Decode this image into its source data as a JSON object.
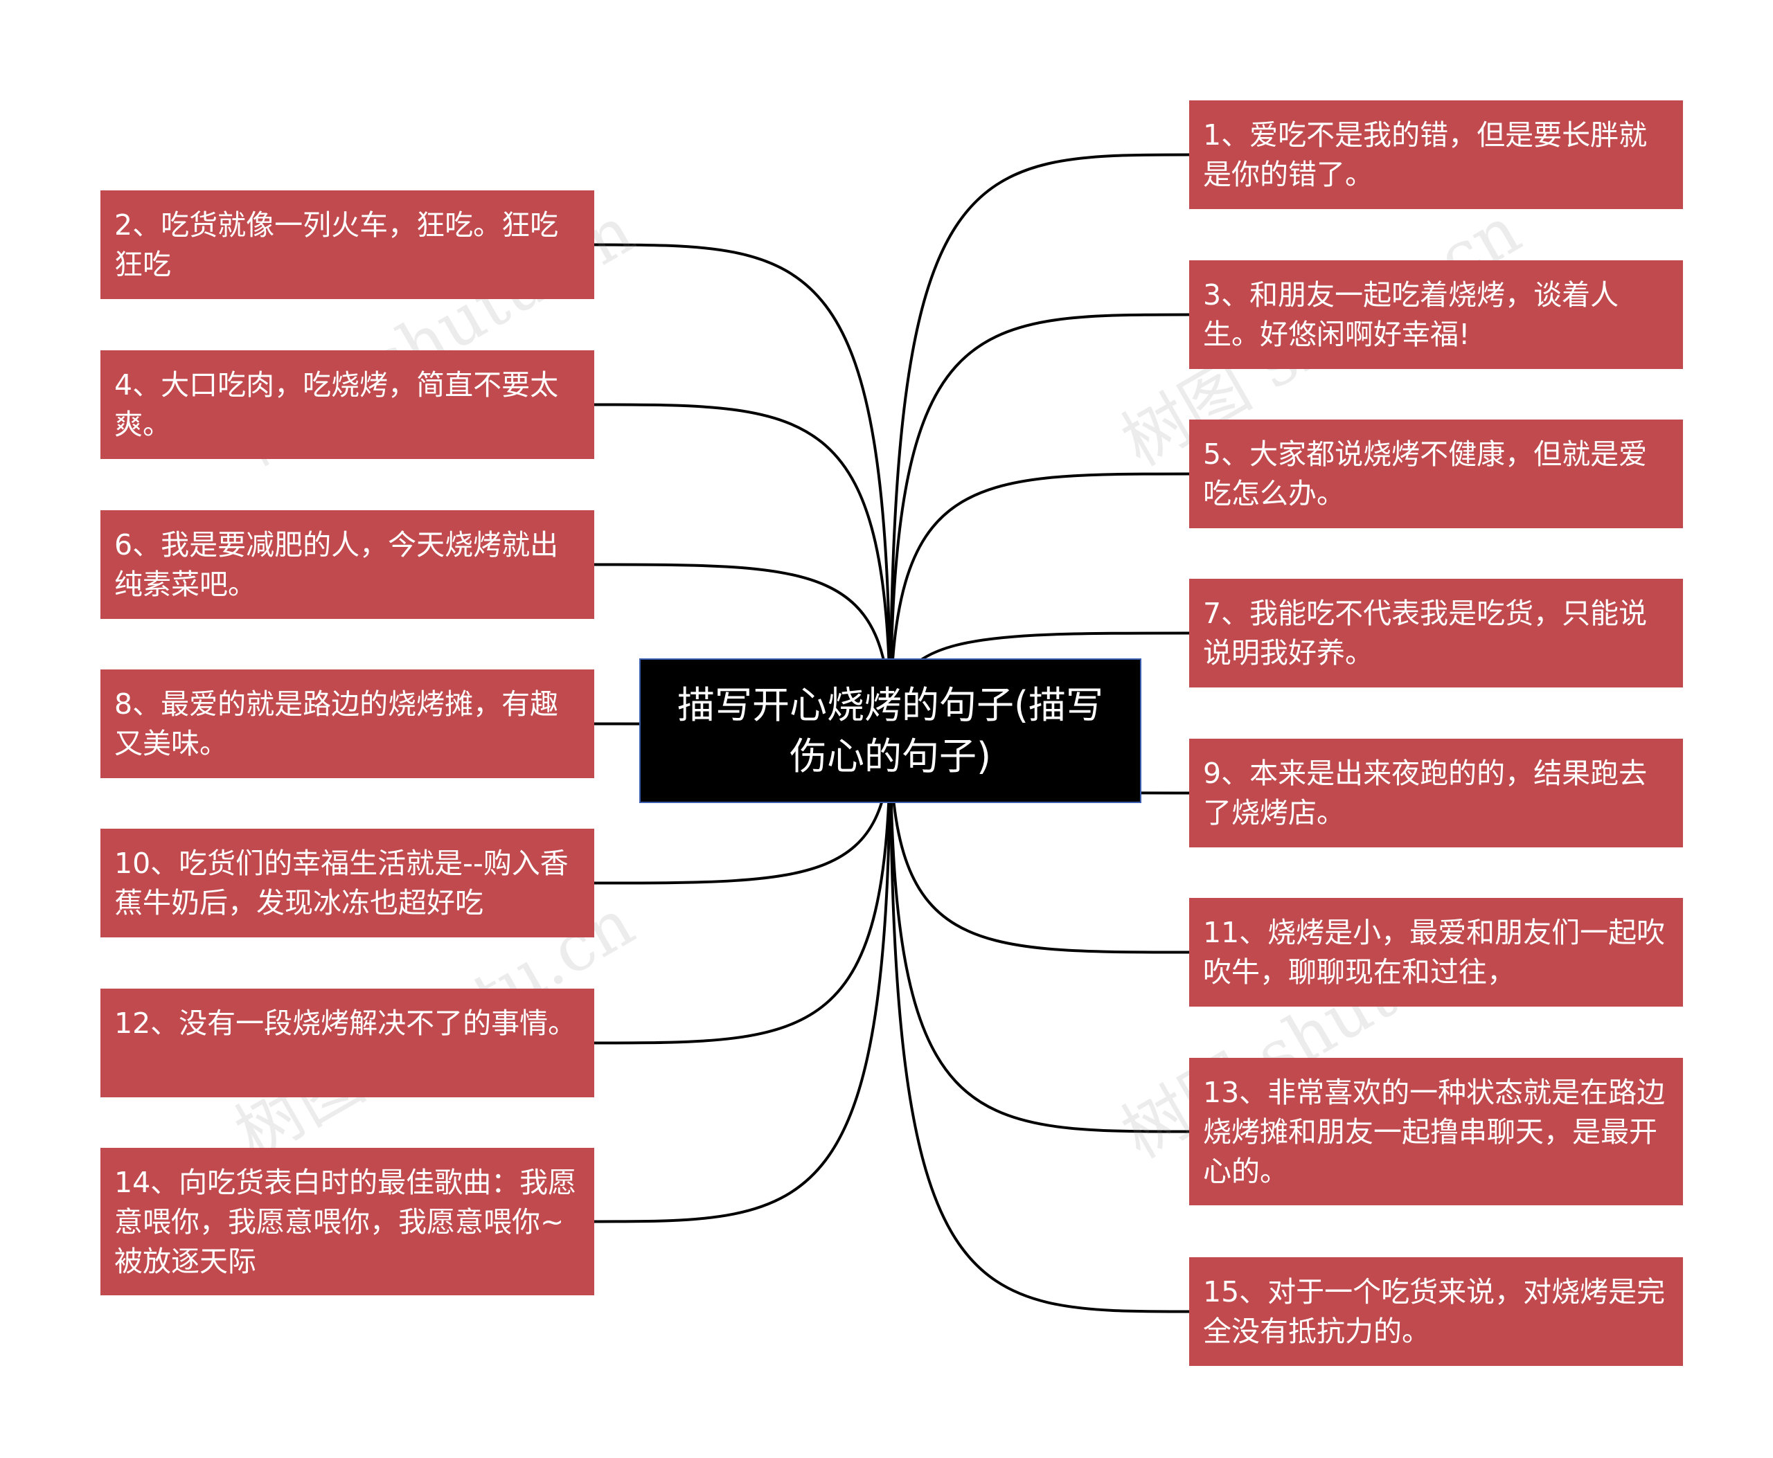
{
  "center": {
    "label": "描写开心烧烤的句子(描写伤心的句子)"
  },
  "leaves": [
    {
      "id": "1",
      "text": "1、爱吃不是我的错，但是要长胖就是你的错了。"
    },
    {
      "id": "2",
      "text": "2、吃货就像一列火车，狂吃。狂吃 狂吃"
    },
    {
      "id": "3",
      "text": "3、和朋友一起吃着烧烤，谈着人生。好悠闲啊好幸福!"
    },
    {
      "id": "4",
      "text": "4、大口吃肉，吃烧烤，简直不要太爽。"
    },
    {
      "id": "5",
      "text": "5、大家都说烧烤不健康，但就是爱吃怎么办。"
    },
    {
      "id": "6",
      "text": "6、我是要减肥的人，今天烧烤就出纯素菜吧。"
    },
    {
      "id": "7",
      "text": "7、我能吃不代表我是吃货，只能说说明我好养。"
    },
    {
      "id": "8",
      "text": "8、最爱的就是路边的烧烤摊，有趣又美味。"
    },
    {
      "id": "9",
      "text": "9、本来是出来夜跑的的，结果跑去了烧烤店。"
    },
    {
      "id": "10",
      "text": "10、吃货们的幸福生活就是--购入香蕉牛奶后，发现冰冻也超好吃"
    },
    {
      "id": "11",
      "text": "11、烧烤是小，最爱和朋友们一起吹吹牛，聊聊现在和过往，"
    },
    {
      "id": "12",
      "text": "12、没有一段烧烤解决不了的事情。"
    },
    {
      "id": "13",
      "text": "13、非常喜欢的一种状态就是在路边烧烤摊和朋友一起撸串聊天，是最开心的。"
    },
    {
      "id": "14",
      "text": "14、向吃货表白时的最佳歌曲：我愿意喂你，我愿意喂你，我愿意喂你~被放逐天际"
    },
    {
      "id": "15",
      "text": "15、对于一个吃货来说，对烧烤是完全没有抵抗力的。"
    }
  ],
  "watermark": {
    "text": "树图 shutu.cn"
  },
  "colors": {
    "leaf_bg": "#c04a4d",
    "center_bg": "#000000",
    "center_border": "#3a5dae",
    "line": "#000000"
  }
}
